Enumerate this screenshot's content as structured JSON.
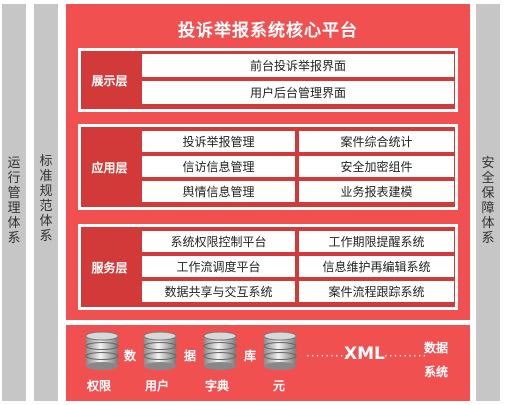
{
  "left_columns": [
    {
      "text": "运行管理体系"
    },
    {
      "text": "标准规范体系"
    }
  ],
  "right_column": {
    "text": "安全保障体系"
  },
  "title": "投诉举报系统核心平台",
  "layers": {
    "display": {
      "label": "展示层",
      "items": [
        "前台投诉举报界面",
        "用户后台管理界面"
      ]
    },
    "app": {
      "label": "应用层",
      "left": [
        "投诉举报管理",
        "信访信息管理",
        "舆情信息管理"
      ],
      "right": [
        "案件综合统计",
        "安全加密组件",
        "业务报表建模"
      ]
    },
    "service": {
      "label": "服务层",
      "left": [
        "系统权限控制平台",
        "工作流调度平台",
        "数据共享与交互系统"
      ],
      "right": [
        "工作期限提醒系统",
        "信息维护再编辑系统",
        "案件流程跟踪系统"
      ]
    }
  },
  "data_strip": {
    "db_labels": [
      "权限",
      "用户",
      "字典",
      "元"
    ],
    "between": [
      "数",
      "据",
      "库"
    ],
    "xml": "XML",
    "data_system": [
      "数据",
      "系统"
    ],
    "db_icon": "database-cylinder-icon"
  },
  "colors": {
    "red": "#f05050",
    "dark_red": "#d23a3a",
    "gray": "#c6c6c6"
  }
}
